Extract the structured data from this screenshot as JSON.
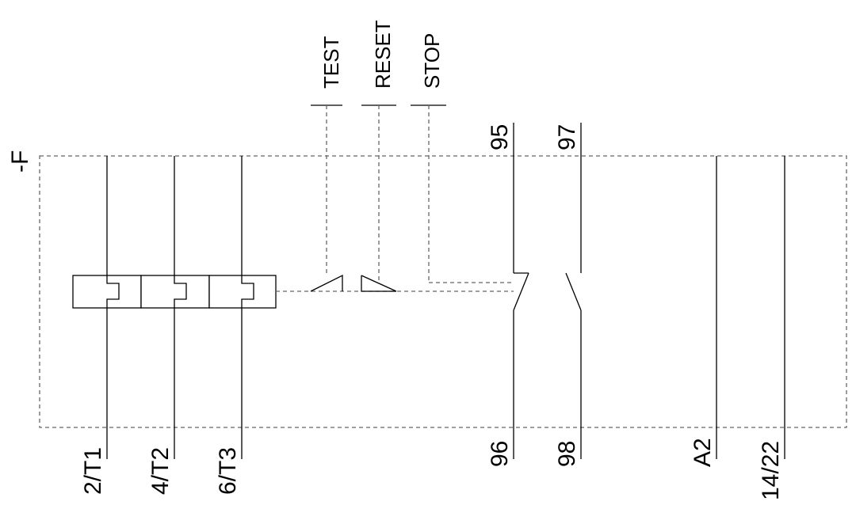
{
  "device_label": "-F",
  "buttons": {
    "test": "TEST",
    "reset": "RESET",
    "stop": "STOP"
  },
  "terminals": {
    "contact_95": "95",
    "contact_97": "97",
    "contact_96": "96",
    "contact_98": "98",
    "t1": "2/T1",
    "t2": "4/T2",
    "t3": "6/T3",
    "a2": "A2",
    "aux": "14/22"
  },
  "colors": {
    "line": "#000000",
    "dashed": "#666666",
    "element_fill": "#ffffff"
  }
}
